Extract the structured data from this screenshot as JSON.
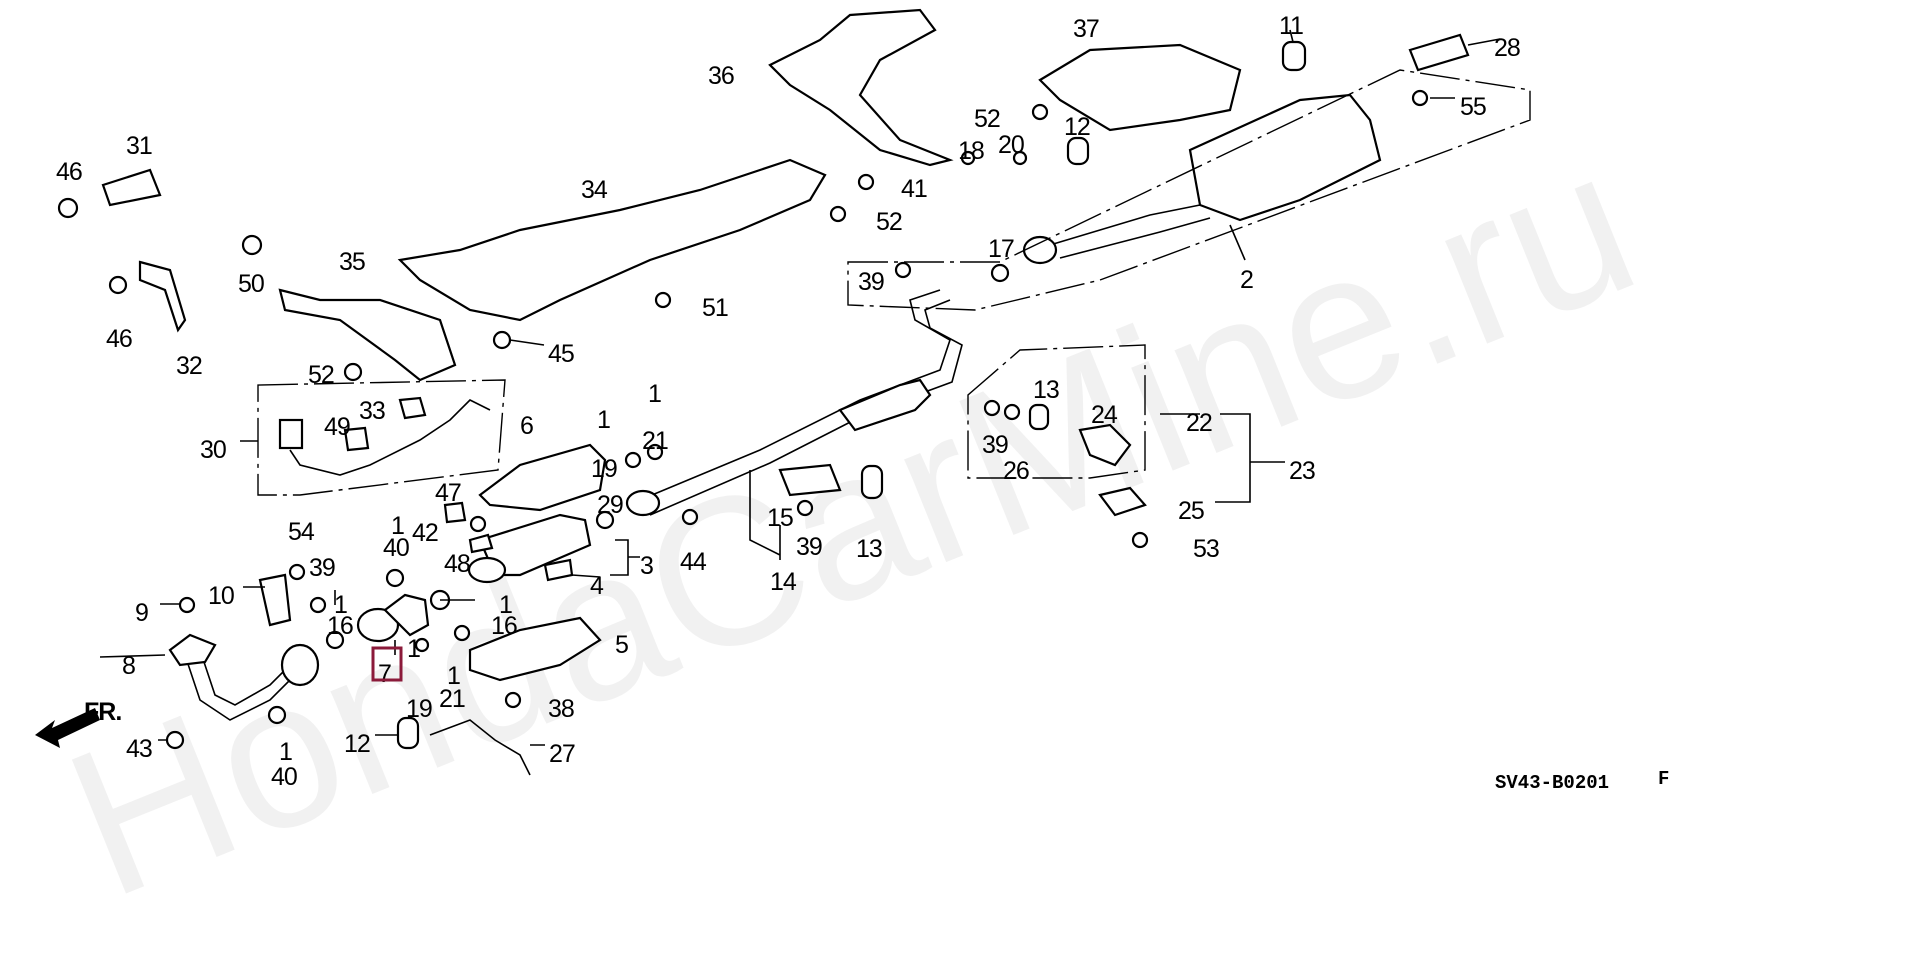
{
  "diagram": {
    "watermark": "HondaCarMine.ru",
    "diagram_code": "SV43-B0201",
    "revision_mark": "F",
    "front_indicator": "FR.",
    "highlighted_part": "7",
    "highlight_color": "#8b1a3a",
    "callouts": [
      "46",
      "31",
      "46",
      "32",
      "50",
      "35",
      "34",
      "36",
      "37",
      "11",
      "28",
      "52",
      "12",
      "18",
      "20",
      "41",
      "52",
      "55",
      "17",
      "2",
      "39",
      "51",
      "45",
      "52",
      "33",
      "49",
      "30",
      "6",
      "1",
      "21",
      "1",
      "19",
      "47",
      "29",
      "42",
      "48",
      "3",
      "4",
      "1",
      "40",
      "44",
      "15",
      "39",
      "13",
      "14",
      "13",
      "24",
      "22",
      "39",
      "26",
      "23",
      "25",
      "53",
      "54",
      "39",
      "1",
      "16",
      "1",
      "16",
      "9",
      "10",
      "8",
      "5",
      "7",
      "1",
      "19",
      "1",
      "21",
      "38",
      "12",
      "27",
      "43",
      "1",
      "40"
    ]
  }
}
